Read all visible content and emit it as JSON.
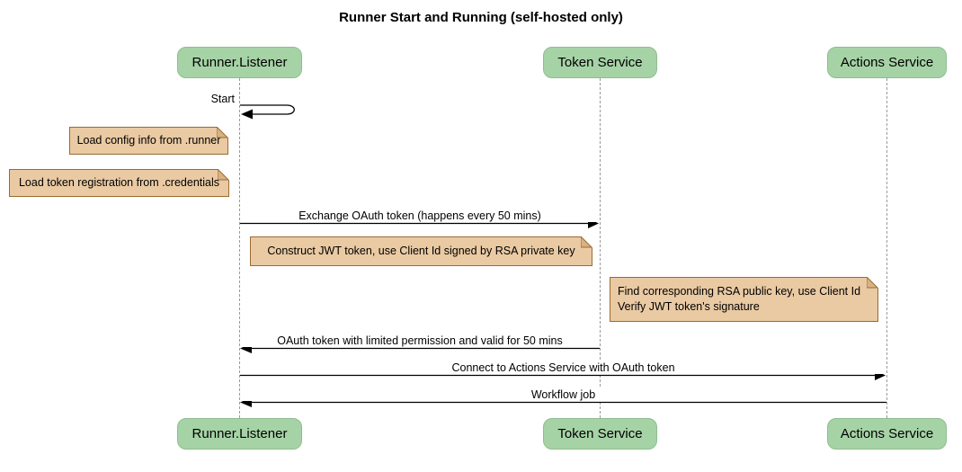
{
  "title": "Runner Start and Running (self-hosted only)",
  "participants": [
    {
      "label": "Runner.Listener"
    },
    {
      "label": "Token Service"
    },
    {
      "label": "Actions Service"
    }
  ],
  "messages": [
    {
      "label": "Start",
      "from": "Runner.Listener",
      "to": "Runner.Listener",
      "type": "self"
    },
    {
      "label": "Exchange OAuth token (happens every 50 mins)",
      "from": "Runner.Listener",
      "to": "Token Service",
      "type": "solid"
    },
    {
      "label": "OAuth token with limited permission and valid for 50 mins",
      "from": "Token Service",
      "to": "Runner.Listener",
      "type": "solid"
    },
    {
      "label": "Connect to Actions Service with OAuth token",
      "from": "Runner.Listener",
      "to": "Actions Service",
      "type": "solid"
    },
    {
      "label": "Workflow job",
      "from": "Actions Service",
      "to": "Runner.Listener",
      "type": "solid"
    }
  ],
  "notes": [
    {
      "text": "Load config info from .runner",
      "position": "left of Runner.Listener"
    },
    {
      "text": "Load token registration from .credentials",
      "position": "left of Runner.Listener"
    },
    {
      "text": "Construct JWT token, use Client Id signed by RSA private key",
      "position": "between Runner.Listener and Token Service"
    },
    {
      "lines": [
        "Find corresponding RSA public key, use Client Id",
        "Verify JWT token's signature"
      ],
      "position": "between Token Service and Actions Service"
    }
  ],
  "colors": {
    "participant_fill": "#a6d3a6",
    "participant_border": "#8fbc8f",
    "note_fill": "#eacaa3",
    "note_border": "#9b6b31",
    "note_fold": "#d8b284",
    "lifeline": "#9a9a9a",
    "arrow": "#000000",
    "background": "#ffffff"
  }
}
